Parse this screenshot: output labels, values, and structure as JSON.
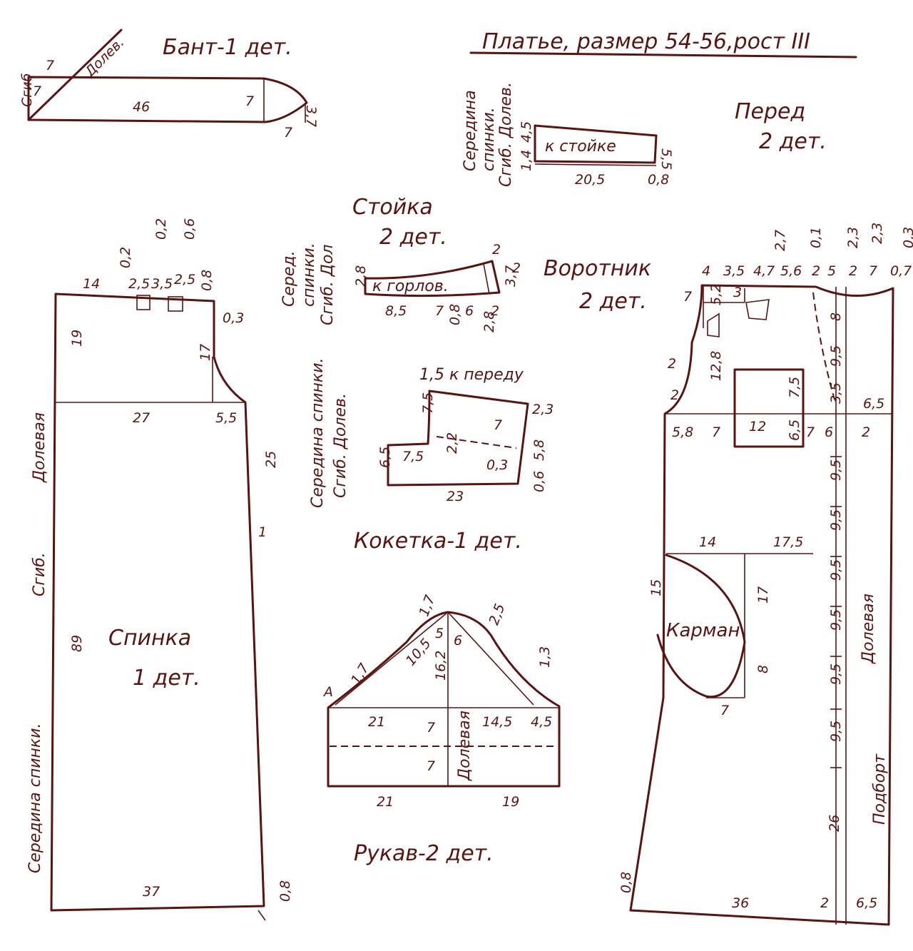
{
  "colors": {
    "ink": "#5a1410",
    "paper": "#ffffff"
  },
  "title": "Платье, размер 54-56,рост III",
  "bant": {
    "title": "Бант-1 дет.",
    "fold": "Сгиб",
    "grain": "Долев.",
    "d_7a": "7",
    "d_7b": "7",
    "d_46": "46",
    "d_7c": "7",
    "d_7d": "7",
    "d_37": "3,7"
  },
  "collar_band": {
    "label": "к стойке",
    "side": [
      "Середина",
      "спинки.",
      "Сгиб. Долев."
    ],
    "d_45": "4,5",
    "d_14": "1,4",
    "d_205": "20,5",
    "d_08": "0,8",
    "d_55": "5,5"
  },
  "front_title": {
    "line1": "Перед",
    "line2": "2 дет."
  },
  "stoika": {
    "title1": "Стойка",
    "title2": "2 дет.",
    "label": "к горлов.",
    "side": [
      "Серед.",
      "спинки.",
      "Сгиб. Дол"
    ],
    "d_28": "2,8",
    "d_85": "8,5",
    "d_7": "7",
    "d_08": "0,8",
    "d_6": "6",
    "d_2a": "2",
    "d_28b": "2,8",
    "d_2b": "2",
    "d_37": "3,7",
    "d_2c": "2"
  },
  "collar_title": {
    "line1": "Воротник",
    "line2": "2 дет."
  },
  "kaketka": {
    "title": "Кокетка-1 дет.",
    "note": "1,5 к переду",
    "side": [
      "Середина спинки.",
      "Сгиб. Долев."
    ],
    "d_75a": "7,5",
    "d_7": "7",
    "d_23": "2,3",
    "d_65": "6,5",
    "d_75b": "7,5",
    "d_22": "2,2",
    "d_03": "0,3",
    "d_58": "5,8",
    "d_06": "0,6",
    "d_23b": "23"
  },
  "back": {
    "title1": "Спинка",
    "title2": "1 дет.",
    "side": [
      "Середина спинки.",
      "Сгиб.",
      "Долевая"
    ],
    "d_14": "14",
    "d_02a": "0,2",
    "d_02b": "0,2",
    "d_06": "0,6",
    "d_25a": "2,5",
    "d_35": "3,5",
    "d_25b": "2,5",
    "d_08a": "0,8",
    "d_03": "0,3",
    "d_19": "19",
    "d_17": "17",
    "d_27": "27",
    "d_55": "5,5",
    "d_25c": "25",
    "d_1": "1",
    "d_89": "89",
    "d_37": "37",
    "d_08b": "0,8"
  },
  "sleeve": {
    "title": "Рукав-2 дет.",
    "grain": "Долевая",
    "mark": "A",
    "d_17a": "1,7",
    "d_17b": "1,7",
    "d_5": "5",
    "d_6": "6",
    "d_25": "2,5",
    "d_105": "10,5",
    "d_162": "16,2",
    "d_13": "1,3",
    "d_21a": "21",
    "d_7a": "7",
    "d_145": "14,5",
    "d_45": "4,5",
    "d_7b": "7",
    "d_21b": "21",
    "d_19": "19"
  },
  "front": {
    "pocket": "Карман",
    "grain": "Долевая",
    "facing": "Подборт",
    "top": [
      "4",
      "3,5",
      "4,7",
      "2,7",
      "5,6",
      "0,1",
      "2",
      "5",
      "2,3",
      "2",
      "2,3",
      "7",
      "0,7",
      "0,3"
    ],
    "d_7": "7",
    "d_52": "5,2",
    "d_3": "3",
    "d_8": "8",
    "d_95a": "9,5",
    "d_2a": "2",
    "d_128": "12,8",
    "d_75": "7,5",
    "d_2b": "2",
    "d_35": "3,5",
    "d_65a": "6,5",
    "d_58": "5,8",
    "d_7b": "7",
    "d_12": "12",
    "d_65b": "6,5",
    "d_7c": "7",
    "d_6": "6",
    "d_2c": "2",
    "nine": [
      "9,5",
      "9,5",
      "9,5",
      "9,5",
      "9,5",
      "9,5"
    ],
    "d_14": "14",
    "d_175": "17,5",
    "d_15": "15",
    "d_17": "17",
    "d_8b": "8",
    "d_7d": "7",
    "d_26": "26",
    "d_08": "0,8",
    "d_36": "36",
    "d_2d": "2",
    "d_65c": "6,5"
  }
}
